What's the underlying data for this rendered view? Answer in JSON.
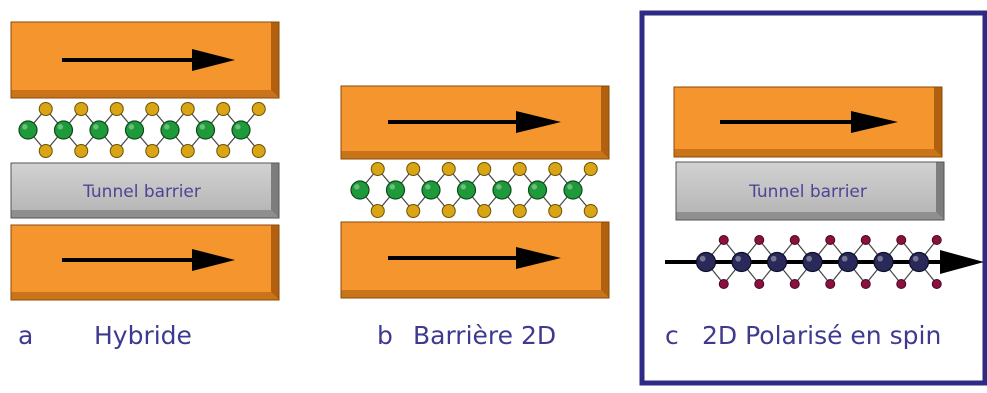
{
  "panels": [
    {
      "letter": "a",
      "name": "Hybride",
      "barrier_label": "Tunnel barrier"
    },
    {
      "letter": "b",
      "name": "Barrière 2D"
    },
    {
      "letter": "c",
      "name": "2D Polarisé en spin",
      "barrier_label": "Tunnel barrier"
    }
  ],
  "colors": {
    "electrode": "#f5952d",
    "electrode_dark": "#a85a12",
    "barrier": "#c4c4c4",
    "frame": "#2e2b86",
    "atom_green": "#1f9a3a",
    "atom_gold": "#d9a514",
    "atom_navy": "#2a2a5a",
    "atom_maroon": "#8a1040",
    "caption_text": "#3f3a8f"
  },
  "icons": [
    "magnetization-arrow-icon",
    "molecular-layer-icon",
    "spin-polarization-arrow-icon"
  ]
}
